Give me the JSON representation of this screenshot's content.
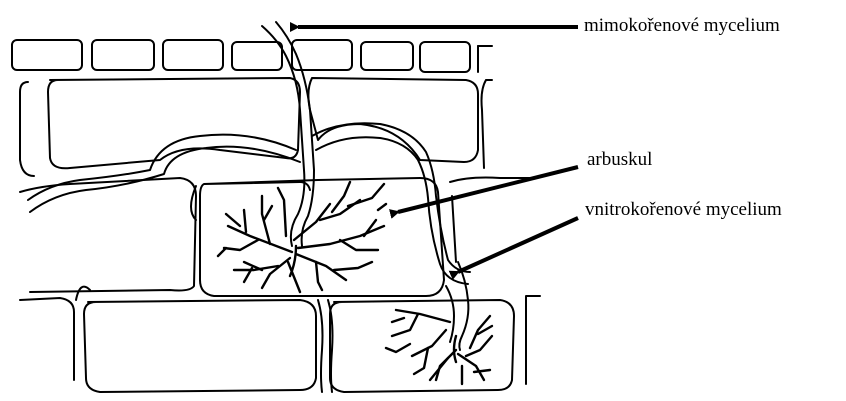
{
  "labels": {
    "extraradical_mycelium": "mimokořenové mycelium",
    "arbuscule": "arbuskul",
    "intraradical_mycelium": "vnitrokořenové mycelium"
  },
  "colors": {
    "ink": "#000000",
    "background": "#ffffff"
  }
}
